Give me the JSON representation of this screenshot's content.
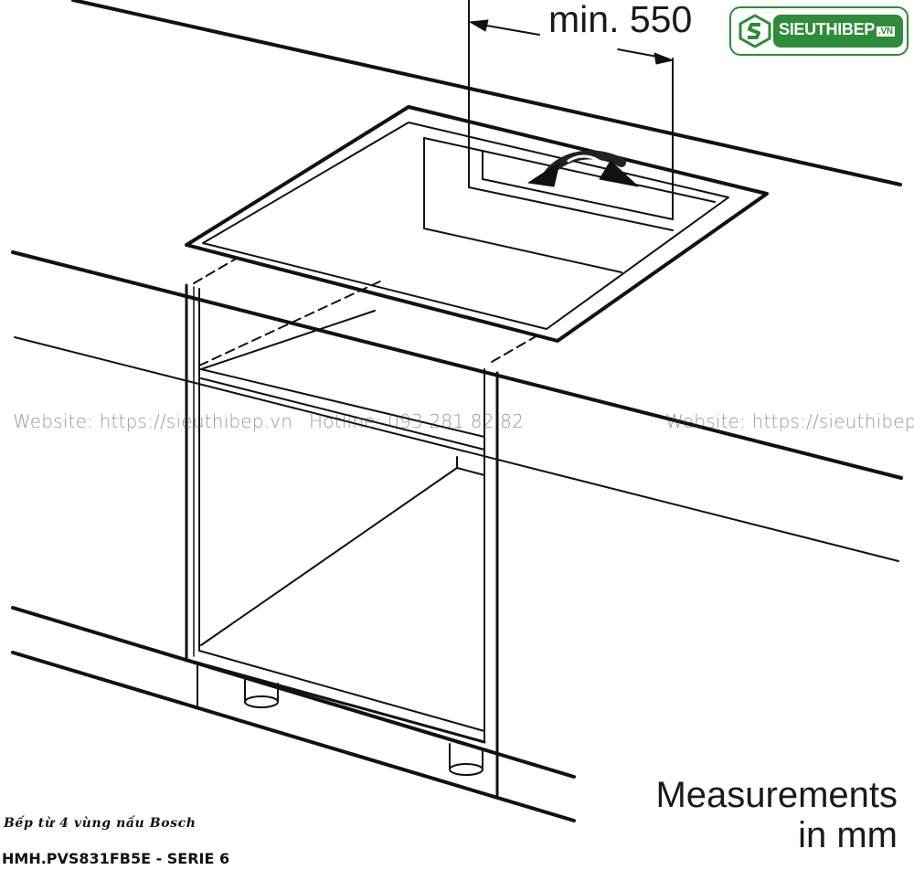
{
  "dimension": {
    "label": "min. 550"
  },
  "measurement_note": {
    "line1": "Measurements",
    "line2": "in mm"
  },
  "watermark": {
    "website_left": "Website: https://sieuthibep.vn",
    "hotline": "Hotline: 093 281 82 82",
    "website_right": "Website: https://sieuthibep.vn"
  },
  "logo": {
    "name": "SIEUTHIBEP",
    "suffix": ".VN",
    "brand_color": "#2e8b3a"
  },
  "caption": {
    "title": "Bếp từ 4 vùng nấu Bosch",
    "model": "HMH.PVS831FB5E - SERIE 6"
  },
  "colors": {
    "line": "#111111",
    "background": "#ffffff"
  }
}
